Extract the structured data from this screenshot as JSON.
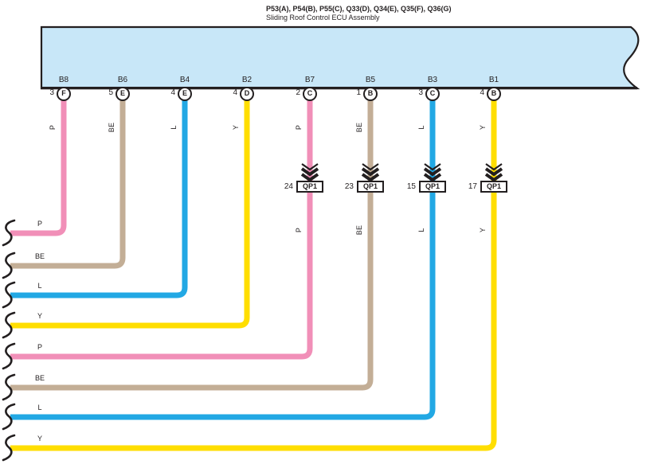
{
  "title": {
    "line1": "P53(A), P54(B), P55(C), Q33(D), Q34(E), Q35(F), Q36(G)",
    "line2": "Sliding Roof Control ECU Assembly"
  },
  "colors": {
    "p": "#F18FB8",
    "be": "#C3AE96",
    "l": "#22A8E4",
    "y": "#FFDE00",
    "ecu": "#C8E7F8",
    "ink": "#231F20"
  },
  "connectors": [
    {
      "terminal": "B8",
      "pin": "3",
      "code": "F",
      "wire_color": "P"
    },
    {
      "terminal": "B6",
      "pin": "5",
      "code": "E",
      "wire_color": "BE"
    },
    {
      "terminal": "B4",
      "pin": "4",
      "code": "E",
      "wire_color": "L"
    },
    {
      "terminal": "B2",
      "pin": "4",
      "code": "D",
      "wire_color": "Y"
    },
    {
      "terminal": "B7",
      "pin": "2",
      "code": "C",
      "wire_color": "P",
      "splice_pin": "24",
      "splice_label": "QP1"
    },
    {
      "terminal": "B5",
      "pin": "1",
      "code": "B",
      "wire_color": "BE",
      "splice_pin": "23",
      "splice_label": "QP1"
    },
    {
      "terminal": "B3",
      "pin": "3",
      "code": "C",
      "wire_color": "L",
      "splice_pin": "15",
      "splice_label": "QP1"
    },
    {
      "terminal": "B1",
      "pin": "4",
      "code": "B",
      "wire_color": "Y",
      "splice_pin": "17",
      "splice_label": "QP1"
    }
  ],
  "left_exits": [
    {
      "label": "P"
    },
    {
      "label": "BE"
    },
    {
      "label": "L"
    },
    {
      "label": "Y"
    },
    {
      "label": "P"
    },
    {
      "label": "BE"
    },
    {
      "label": "L"
    },
    {
      "label": "Y"
    }
  ]
}
